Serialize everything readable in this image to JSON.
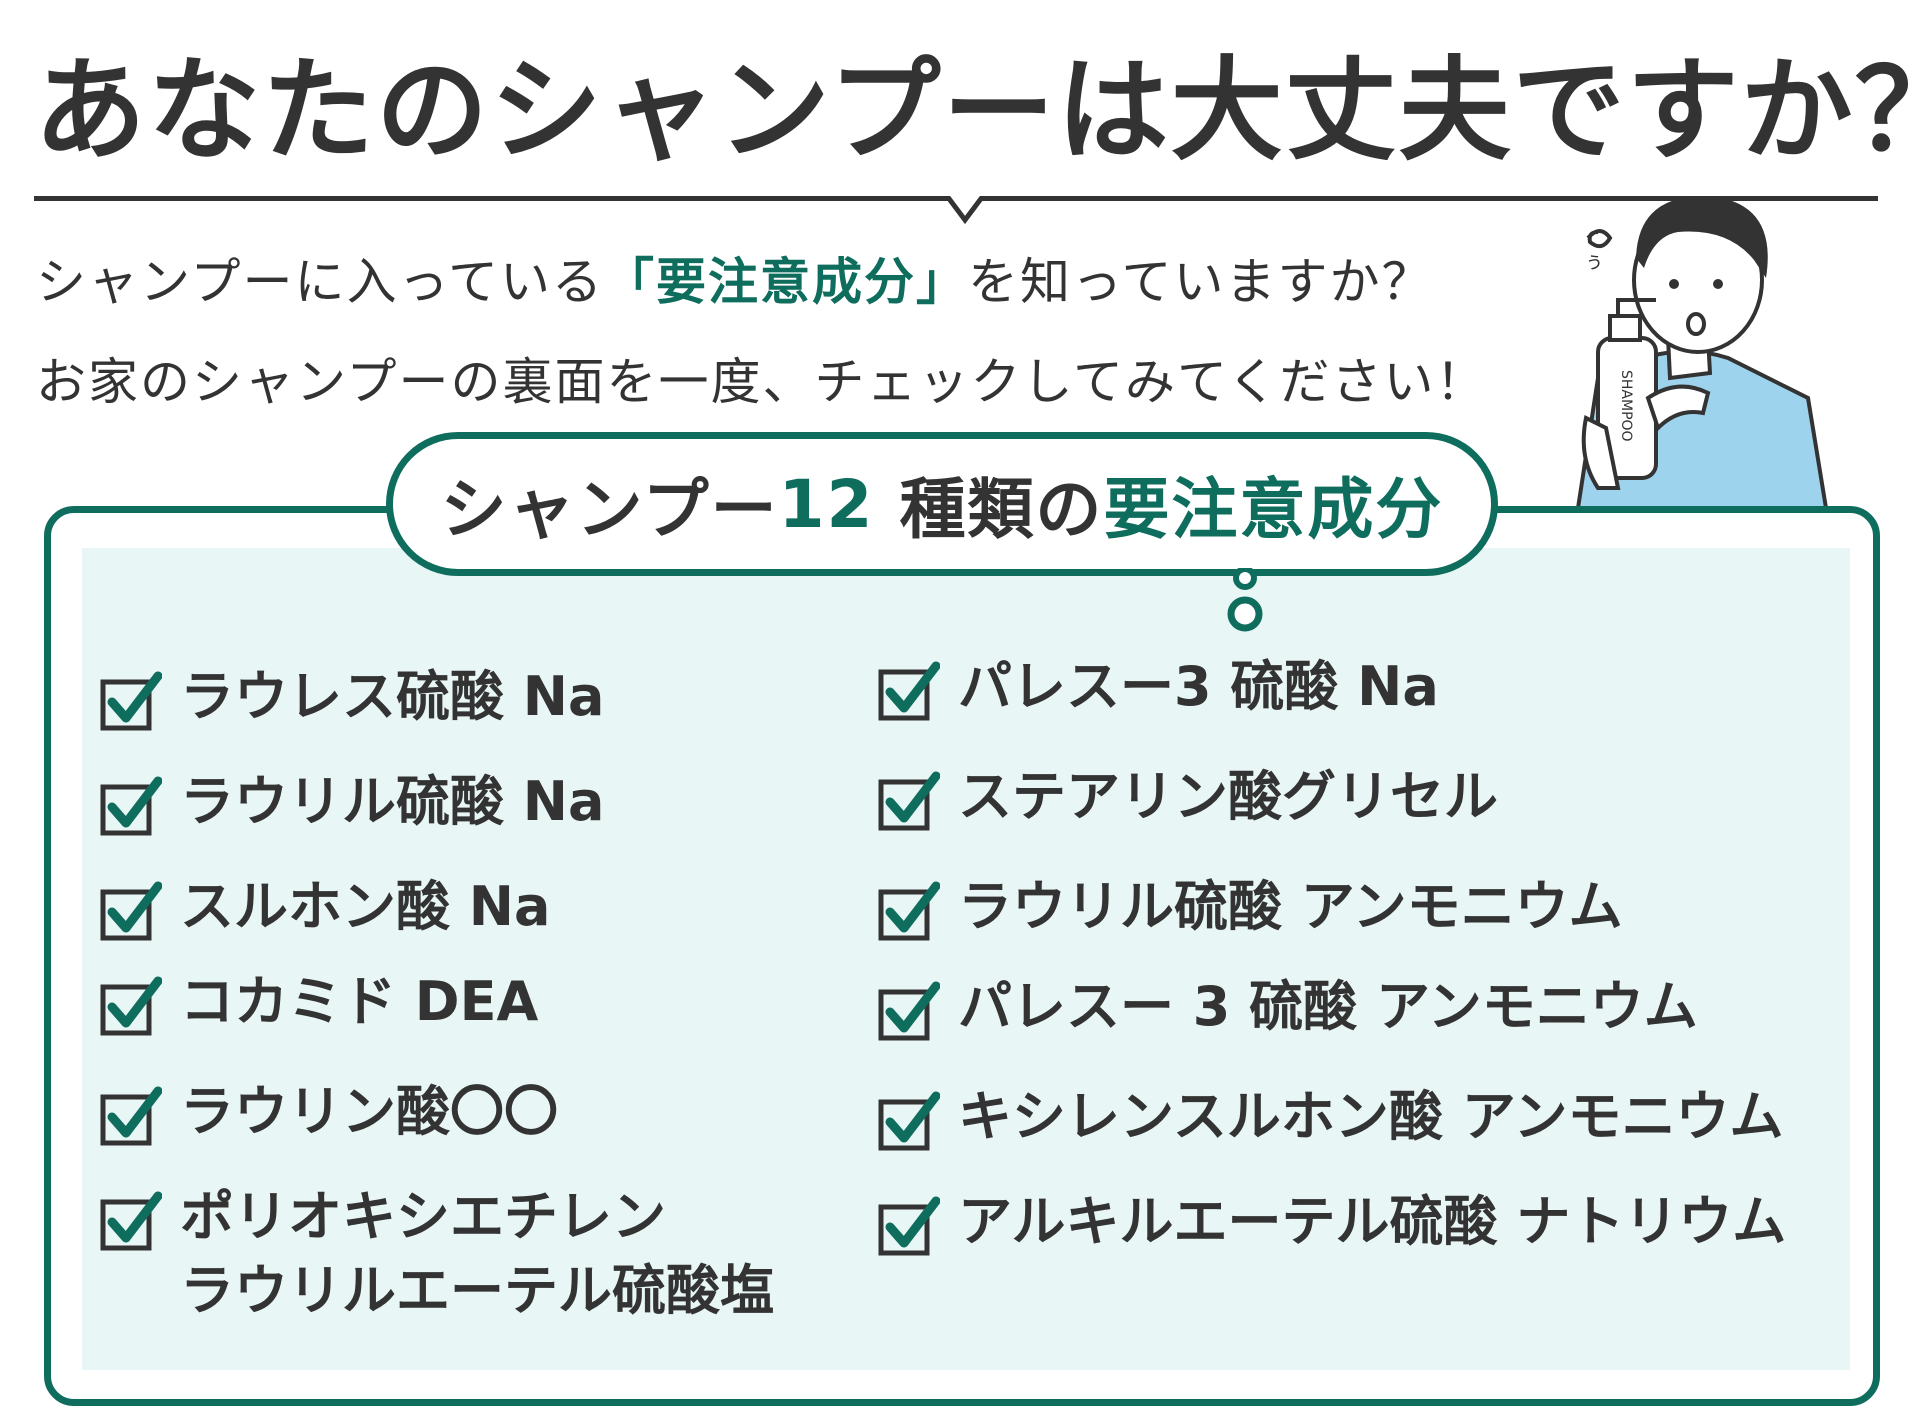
{
  "title": "あなたのシャンプーは大丈夫ですか？",
  "intro": {
    "line1_before": "シャンプーに入っている",
    "line1_emphasis": "「要注意成分」",
    "line1_after": "を知っていますか？",
    "line2": "お家のシャンプーの裏面を一度、チェックしてみてください！"
  },
  "illustration": {
    "bottle_label": "SHAMPOO"
  },
  "list_heading": {
    "prefix": "シャンプー",
    "count": "12",
    "middle": "種類の",
    "suffix": "要注意成分"
  },
  "left_items": [
    "ラウレス硫酸 Na",
    "ラウリル硫酸 Na",
    "スルホン酸 Na",
    "コカミド DEA",
    "ラウリン酸〇〇",
    "ポリオキシエチレン"
  ],
  "left_item_6_line2": "ラウリルエーテル硫酸塩",
  "right_items": [
    "パレスー3 硫酸 Na",
    "ステアリン酸グリセル",
    "ラウリル硫酸 アンモニウム",
    "パレスー 3 硫酸 アンモニウム",
    "キシレンスルホン酸 アンモニウム",
    "アルキルエーテル硫酸 ナトリウム"
  ],
  "colors": {
    "accent": "#0f6d5e",
    "panel_fill": "#e8f7f6",
    "text": "#333333"
  },
  "icons": [
    "checkbox-checked-icon",
    "speech-tail-icon",
    "person-illustration"
  ]
}
